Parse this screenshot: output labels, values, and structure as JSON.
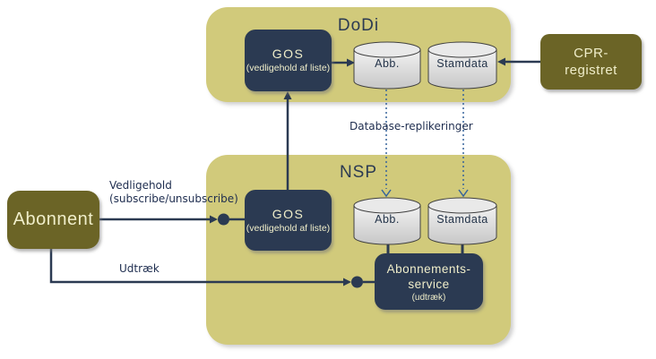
{
  "colors": {
    "container_khaki": "#d1ca7b",
    "box_navy": "#2b3a52",
    "box_olive": "#6b6426",
    "text_cream": "#f0eeca",
    "arrow_navy": "#2b3a52",
    "replication_blue": "#36639b",
    "label_text": "#1e2d4f",
    "cylinder_fill_top": "#f2f2f2",
    "cylinder_fill_bottom": "#c7c7c7",
    "background": "#ffffff"
  },
  "dodi": {
    "title": "DoDi",
    "gos": {
      "title": "GOS",
      "subtitle": "(vedligehold af liste)"
    },
    "databases": [
      {
        "label": "Abb."
      },
      {
        "label": "Stamdata"
      }
    ]
  },
  "nsp": {
    "title": "NSP",
    "gos": {
      "title": "GOS",
      "subtitle": "(vedligehold af liste)"
    },
    "databases": [
      {
        "label": "Abb."
      },
      {
        "label": "Stamdata"
      }
    ],
    "service": {
      "title": "Abonnements-service",
      "subtitle": "(udtræk)"
    }
  },
  "external": {
    "cpr": {
      "label": "CPR-registret"
    },
    "abonnent": {
      "label": "Abonnent"
    }
  },
  "connectors": {
    "vedligehold": {
      "line1": "Vedligehold",
      "line2": "(subscribe/unsubscribe)"
    },
    "udtraek": {
      "label": "Udtræk"
    },
    "replication": {
      "label": "Database-replikeringer"
    }
  }
}
